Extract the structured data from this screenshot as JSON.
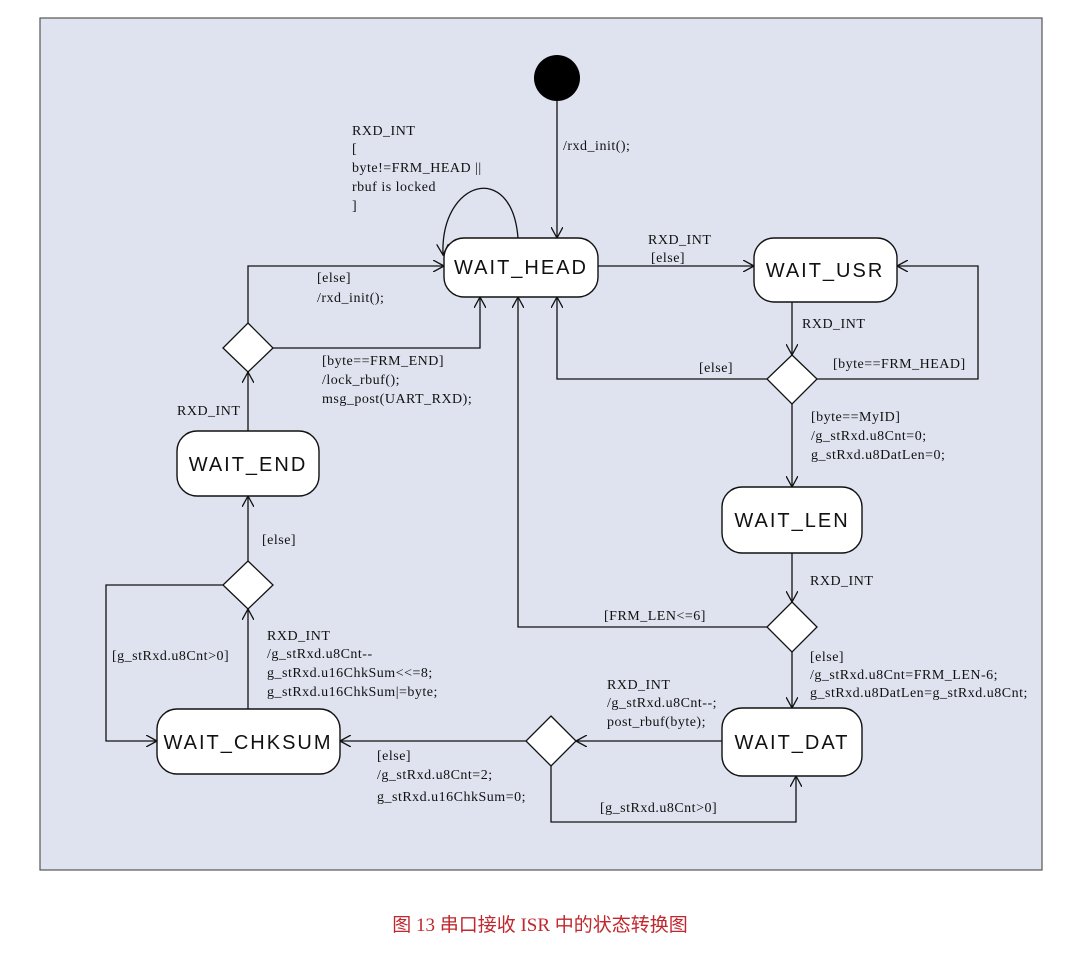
{
  "states": {
    "wait_head": "WAIT_HEAD",
    "wait_usr": "WAIT_USR",
    "wait_len": "WAIT_LEN",
    "wait_dat": "WAIT_DAT",
    "wait_chksum": "WAIT_CHKSUM",
    "wait_end": "WAIT_END"
  },
  "labels": {
    "init": "/rxd_init();",
    "self_loop": [
      "RXD_INT",
      "[",
      "byte!=FRM_HEAD ||",
      "rbuf is locked",
      "]"
    ],
    "head_to_usr": [
      "RXD_INT",
      "[else]"
    ],
    "usr_int": "RXD_INT",
    "usr_else": "[else]",
    "usr_head": "[byte==FRM_HEAD]",
    "usr_myid": [
      "[byte==MyID]",
      "/g_stRxd.u8Cnt=0;",
      "g_stRxd.u8DatLen=0;"
    ],
    "len_int": "RXD_INT",
    "len_le6": "[FRM_LEN<=6]",
    "len_else": [
      "[else]",
      "/g_stRxd.u8Cnt=FRM_LEN-6;",
      "g_stRxd.u8DatLen=g_stRxd.u8Cnt;"
    ],
    "dat_int": [
      "RXD_INT",
      "/g_stRxd.u8Cnt--;",
      "post_rbuf(byte);"
    ],
    "dat_else": [
      "[else]",
      "/g_stRxd.u8Cnt=2;",
      "g_stRxd.u16ChkSum=0;"
    ],
    "dat_gt0": "[g_stRxd.u8Cnt>0]",
    "chk_int": [
      "RXD_INT",
      "/g_stRxd.u8Cnt--",
      "g_stRxd.u16ChkSum<<=8;",
      "g_stRxd.u16ChkSum|=byte;"
    ],
    "chk_gt0": "[g_stRxd.u8Cnt>0]",
    "chk_else": "[else]",
    "end_int": "RXD_INT",
    "end_else": [
      "[else]",
      "/rxd_init();"
    ],
    "end_frm": [
      "[byte==FRM_END]",
      "/lock_rbuf();",
      "msg_post(UART_RXD);"
    ]
  },
  "caption": "图 13 串口接收 ISR 中的状态转换图",
  "colors": {
    "background": "#dfe3ef",
    "state_fill": "#ffffff",
    "caption": "#c0282d"
  }
}
